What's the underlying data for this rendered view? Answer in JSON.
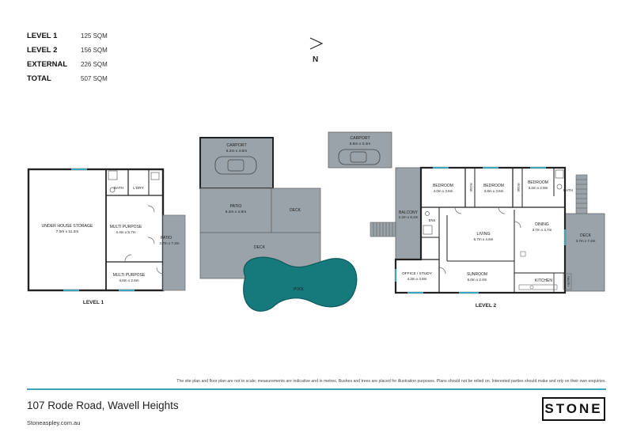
{
  "areas": [
    {
      "label": "LEVEL 1",
      "value": "125 SQM"
    },
    {
      "label": "LEVEL 2",
      "value": "156 SQM"
    },
    {
      "label": "EXTERNAL",
      "value": "226 SQM"
    },
    {
      "label": "TOTAL",
      "value": "507 SQM"
    }
  ],
  "north": "N",
  "level1": {
    "title": "LEVEL 1",
    "storage": {
      "name": "UNDER HOUSE STORAGE",
      "dim": "7.0m x 11.2m"
    },
    "bath": "BATH",
    "ldry": "L'DRY",
    "multi1": {
      "name": "MULTI PURPOSE",
      "dim": "4.4m x 5.7m"
    },
    "patio": {
      "name": "PATIO",
      "dim": "3.7m x 7.2m"
    },
    "multi2": {
      "name": "MULTI PURPOSE",
      "dim": "4.0m x 2.6m"
    }
  },
  "external": {
    "carport1": {
      "name": "CARPORT",
      "dim": "6.2m x 4.5m"
    },
    "patio": {
      "name": "PATIO",
      "dim": "6.3m x 4.9m"
    },
    "deck1": "DECK",
    "deck2": "DECK",
    "pool": "POOL",
    "carport2": {
      "name": "CARPORT",
      "dim": "5.8m x 3.4m"
    }
  },
  "level2": {
    "title": "LEVEL 2",
    "balcony": {
      "name": "BALCONY",
      "dim": "2.2m x 8.2m"
    },
    "bed1": {
      "name": "BEDROOM",
      "dim": "4.0m x 3.6m"
    },
    "bed2": {
      "name": "BEDROOM",
      "dim": "3.8m x 3.6m"
    },
    "bed3": {
      "name": "BEDROOM",
      "dim": "3.2m x 2.8m"
    },
    "robe1": "ROBE",
    "robe2": "ROBE",
    "bath": "BATH",
    "ens": "ENS",
    "living": {
      "name": "LIVING",
      "dim": "6.7m x 4.6m"
    },
    "dining": {
      "name": "DINING",
      "dim": "3.7m x 4.7m"
    },
    "deck": {
      "name": "DECK",
      "dim": "3.7m x 7.2m"
    },
    "office": {
      "name": "OFFICE / STUDY",
      "dim": "4.2m x 4.8m"
    },
    "sunroom": {
      "name": "SUNROOM",
      "dim": "6.0m x 2.4m"
    },
    "kitchen": "KITCHEN",
    "pantry": "PANTRY"
  },
  "footer": {
    "disclaimer": "The site plan and floor plan are not to scale; measurements are indicative and in metres. Bushes and trees are placed for illustration purposes. Plans should not be relied on. Interested parties should make and rely on their own enquiries.",
    "address": "107 Rode Road, Wavell Heights",
    "website": "Stoneaspley.com.au",
    "logo": "STONE"
  },
  "colors": {
    "floor": "#9aa3a9",
    "pool": "#167a7c",
    "accent": "#3aa6b9"
  }
}
